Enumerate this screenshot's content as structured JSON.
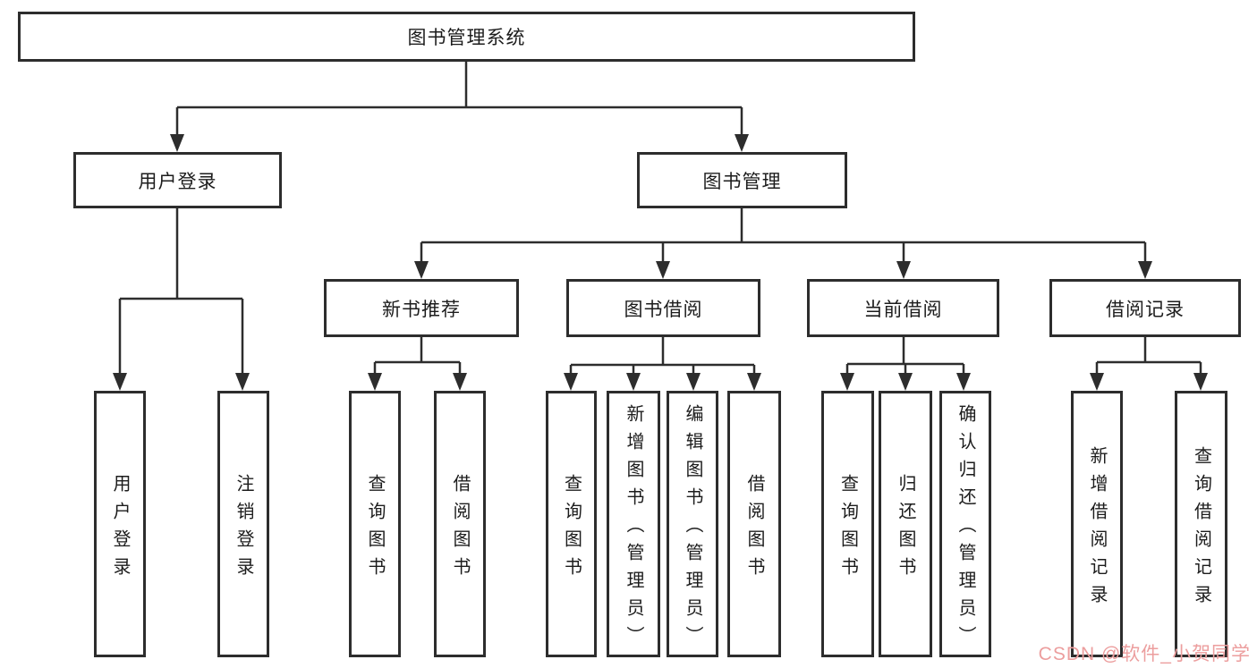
{
  "diagram": {
    "title": "图书管理系统",
    "tree": {
      "label": "图书管理系统",
      "children": [
        {
          "label": "用户登录",
          "children": [
            {
              "label": "用户登录"
            },
            {
              "label": "注销登录"
            }
          ]
        },
        {
          "label": "图书管理",
          "children": [
            {
              "label": "新书推荐",
              "children": [
                {
                  "label": "查询图书"
                },
                {
                  "label": "借阅图书"
                }
              ]
            },
            {
              "label": "图书借阅",
              "children": [
                {
                  "label": "查询图书"
                },
                {
                  "label": "新增图书（管理员）"
                },
                {
                  "label": "编辑图书（管理员）"
                },
                {
                  "label": "借阅图书"
                }
              ]
            },
            {
              "label": "当前借阅",
              "children": [
                {
                  "label": "查询图书"
                },
                {
                  "label": "归还图书"
                },
                {
                  "label": "确认归还（管理员）"
                }
              ]
            },
            {
              "label": "借阅记录",
              "children": [
                {
                  "label": "新增借阅记录"
                },
                {
                  "label": "查询借阅记录"
                }
              ]
            }
          ]
        }
      ]
    }
  },
  "watermark": {
    "text": "CSDN @软件_小贺同学"
  },
  "colors": {
    "box_border": "#2d2d2d",
    "line": "#2d2d2d",
    "text": "#1c1c1c",
    "watermark": "#ec9e9e",
    "background": "#ffffff"
  }
}
